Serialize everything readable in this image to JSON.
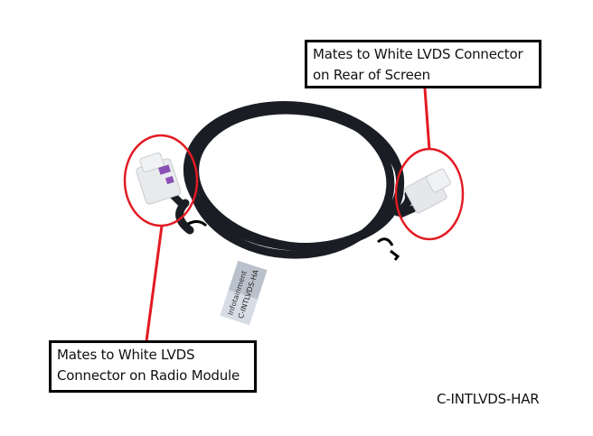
{
  "callouts": {
    "rear_screen": {
      "line1": "Mates to White LVDS Connector",
      "line2": "on Rear of Screen"
    },
    "radio_module": {
      "line1": "Mates to White LVDS",
      "line2": "Connector on Radio Module"
    }
  },
  "part_number": "C-INTLVDS-HAR",
  "cable_label": {
    "line1": "Infotainment",
    "line2": "C-INTLVDS-HA"
  },
  "colors": {
    "highlight": "#e31b23",
    "cable": "#1a1d24",
    "connector": "#e8eaec",
    "connector_accent": "#8a4fb5",
    "box_border": "#000000"
  }
}
